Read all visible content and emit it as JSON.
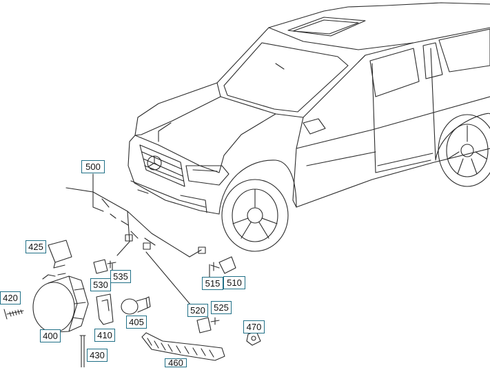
{
  "diagram": {
    "part_labels": {
      "p500": "500",
      "p425": "425",
      "p535": "535",
      "p530": "530",
      "p420": "420",
      "p400": "400",
      "p410": "410",
      "p405": "405",
      "p430": "430",
      "p515": "515",
      "p510": "510",
      "p520": "520",
      "p525": "525",
      "p470": "470",
      "p460": "460"
    },
    "colors": {
      "line": "#2a2a2a",
      "label_border": "#1f6f86",
      "background": "#ffffff"
    }
  }
}
